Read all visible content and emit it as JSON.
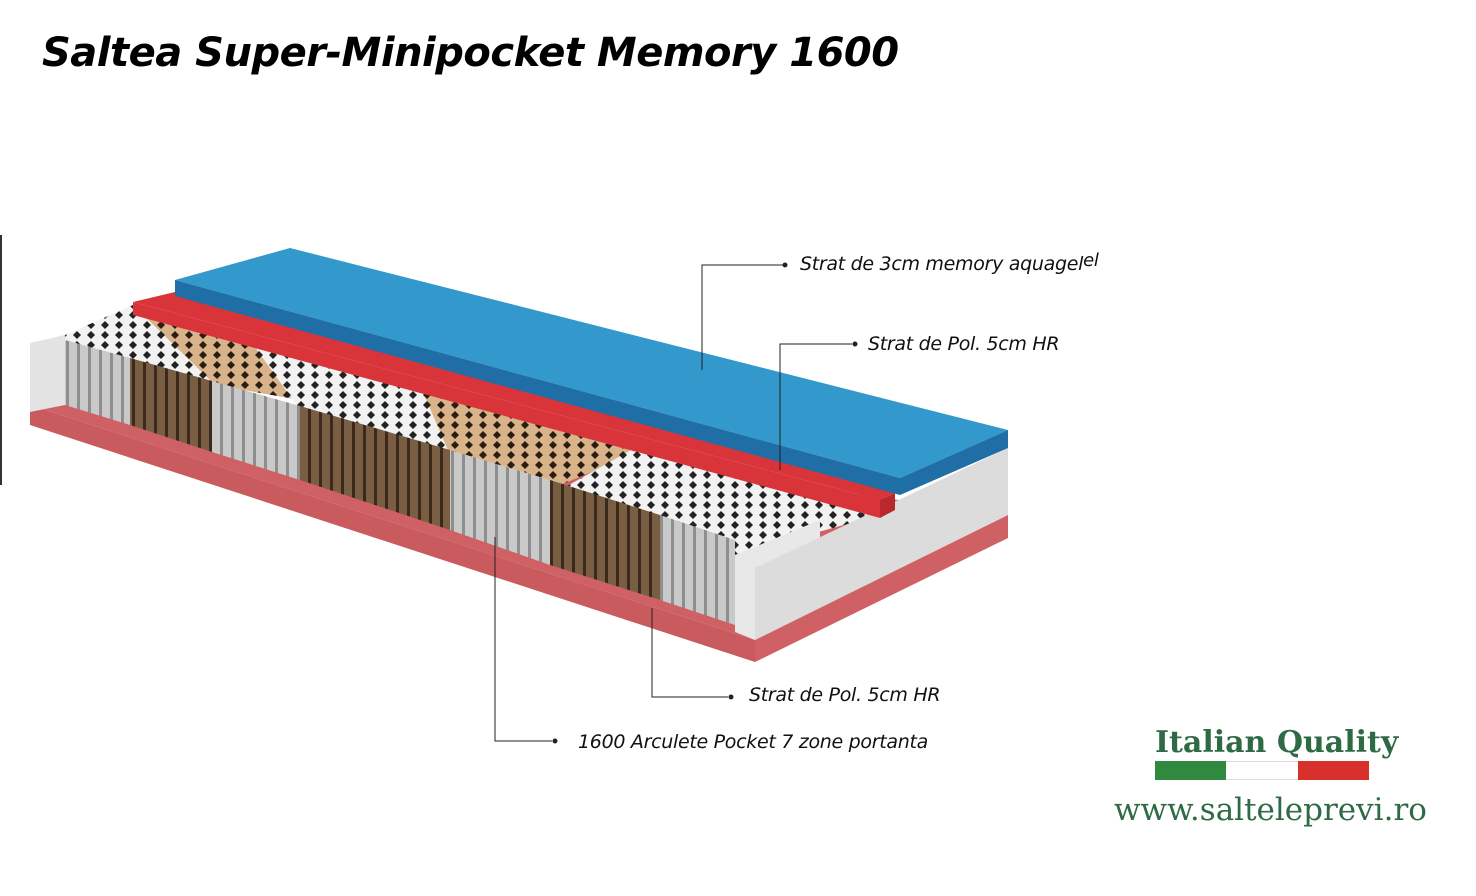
{
  "title": "Saltea Super-Minipocket Memory 1600",
  "labels": {
    "memory_layer": "Strat de 3cm memory aquagel",
    "memory_layer_suffix": "el",
    "top_foam_layer": "Strat de Pol. 5cm HR",
    "bottom_foam_layer": "Strat de Pol. 5cm HR",
    "springs": "1600  Arculete Pocket 7 zone portanta"
  },
  "badge": {
    "text": "Italian Quality",
    "website": "www.salteleprevi.ro",
    "flag_colors": [
      "#2f8a3f",
      "#ffffff",
      "#d8302a"
    ]
  },
  "colors": {
    "memory": "#3399cc",
    "memory_dark": "#1f6fa6",
    "red_layer": "#d9343a",
    "pink_layer": "#cf6164",
    "white_block": "#dddddd"
  }
}
